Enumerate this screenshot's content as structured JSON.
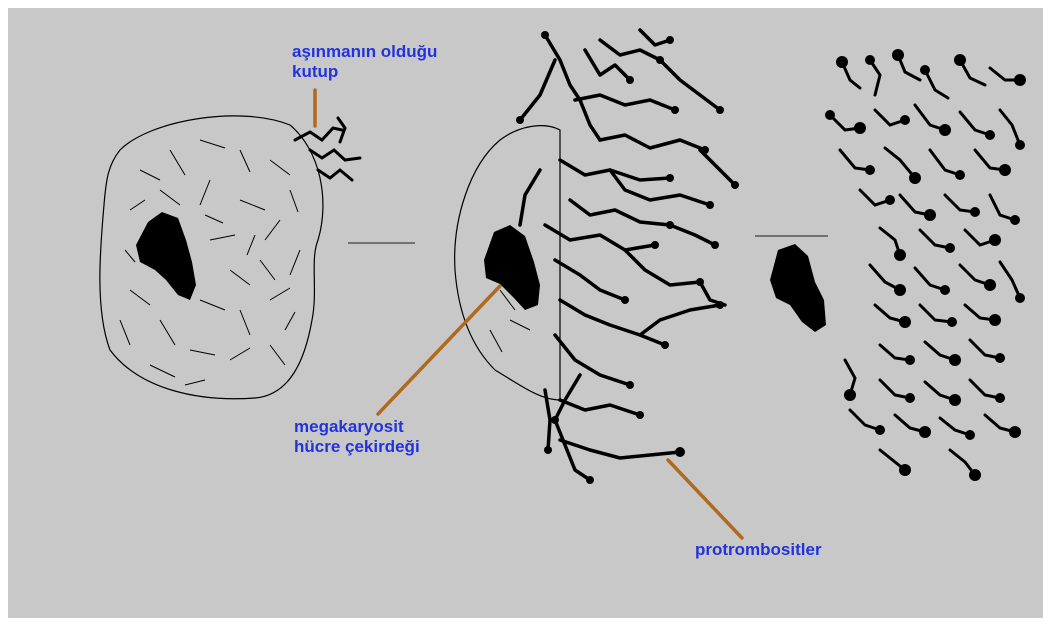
{
  "colors": {
    "background": "#c8c8c8",
    "label_text": "#2233dd",
    "leader_line": "#b06a1e",
    "ink": "#000000"
  },
  "labels": {
    "pole_line1": "aşınmanın olduğu",
    "pole_line2": "kutup",
    "nucleus_line1": "megakaryosit",
    "nucleus_line2": "hücre çekirdeği",
    "protrombosit": "protrombositler"
  }
}
